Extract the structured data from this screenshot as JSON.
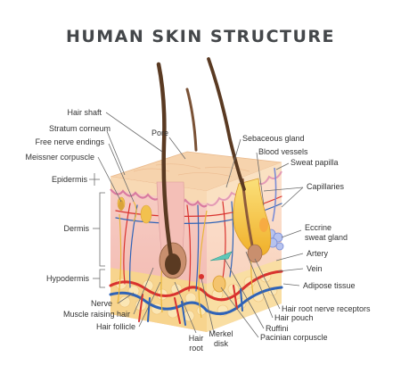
{
  "title": "HUMAN SKIN STRUCTURE",
  "labels": {
    "hair_shaft": "Hair shaft",
    "pore": "Pore",
    "stratum_corneum": "Stratum corneum",
    "free_nerve_endings": "Free nerve endings",
    "meissner_corpuscle": "Meissner corpuscle",
    "epidermis": "Epidermis",
    "dermis": "Dermis",
    "hypodermis": "Hypodermis",
    "nerve": "Nerve",
    "muscle_raising_hair": "Muscle raising hair",
    "hair_follicle": "Hair follicle",
    "hair_root_1": "Hair",
    "hair_root_2": "root",
    "merkel_disk_1": "Merkel",
    "merkel_disk_2": "disk",
    "sebaceous_gland": "Sebaceous gland",
    "blood_vessels": "Blood vessels",
    "sweat_papilla": "Sweat papilla",
    "capillaries": "Capillaries",
    "eccrine_1": "Eccrine",
    "eccrine_2": "sweat gland",
    "artery": "Artery",
    "vein": "Vein",
    "adipose_tissue": "Adipose tissue",
    "hair_root_nerve_receptors": "Hair root nerve receptors",
    "hair_pouch": "Hair pouch",
    "ruffini": "Ruffini",
    "pacinian_corpuscle": "Pacinian corpuscle"
  },
  "colors": {
    "title": "#44474a",
    "epidermis_top": "#f6cfa6",
    "dermis": "#f7c9c0",
    "hypodermis": "#f6d58a",
    "artery": "#d9322e",
    "vein": "#2f63b7",
    "hair": "#5a3a22",
    "sebaceous": "#f2c14e",
    "sweat_gland": "#a8b6e6"
  }
}
